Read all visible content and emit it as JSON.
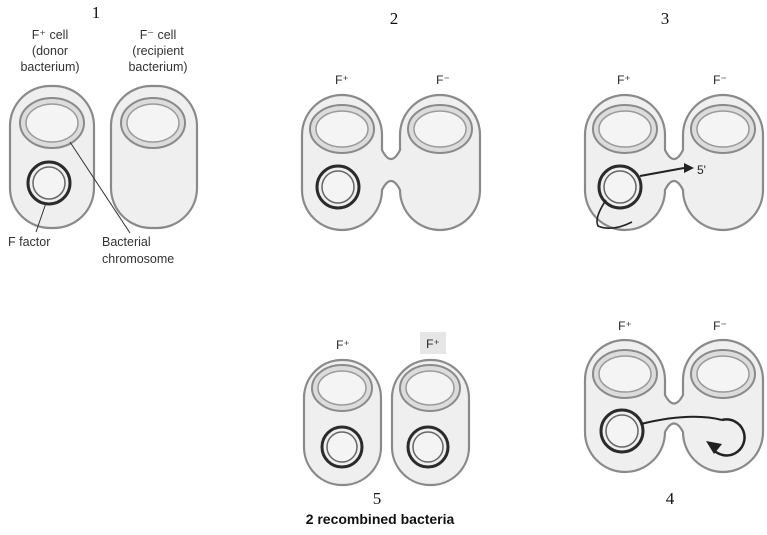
{
  "panel1": {
    "number": "1",
    "donor_label": [
      "F⁺ cell",
      "(donor",
      "bacterium)"
    ],
    "recipient_label": [
      "F⁻ cell",
      "(recipient",
      "bacterium)"
    ],
    "f_factor_label": "F factor",
    "chromosome_label": [
      "Bacterial",
      "chromosome"
    ]
  },
  "panel2": {
    "number": "2",
    "left_label": "F⁺",
    "right_label": "F⁻"
  },
  "panel3": {
    "number": "3",
    "left_label": "F⁺",
    "right_label": "F⁻",
    "strand_label": "5'"
  },
  "panel4": {
    "number": "4",
    "left_label": "F⁺",
    "right_label": "F⁻"
  },
  "panel5": {
    "number": "5",
    "left_label": "F⁺",
    "right_label": "F⁺",
    "caption": "2 recombined bacteria"
  }
}
